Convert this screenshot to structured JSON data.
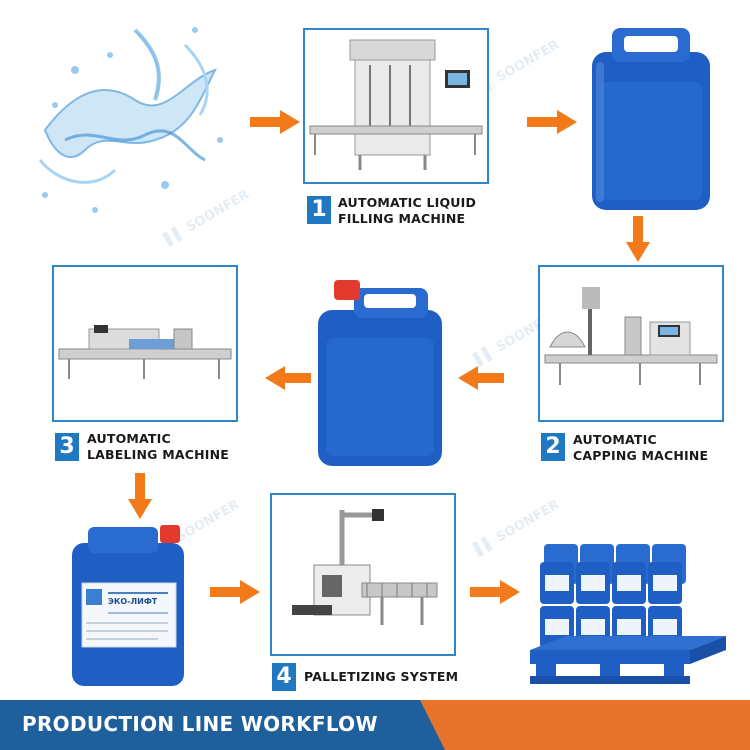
{
  "footer": {
    "title": "PRODUCTION LINE WORKFLOW"
  },
  "steps": [
    {
      "number": "1",
      "line1": "AUTOMATIC LIQUID",
      "line2": "FILLING MACHINE"
    },
    {
      "number": "2",
      "line1": "AUTOMATIC",
      "line2": "CAPPING MACHINE"
    },
    {
      "number": "3",
      "line1": "AUTOMATIC",
      "line2": "LABELING MACHINE"
    },
    {
      "number": "4",
      "line1": "PALLETIZING SYSTEM",
      "line2": ""
    }
  ],
  "label_panel": {
    "brand": "ЭКО-ЛИФТ"
  },
  "colors": {
    "accent": "#f27a1a",
    "frame": "#2f86c8",
    "footer_blue": "#1e5f9c",
    "footer_orange": "#e8732a",
    "jerrycan": "#1f5fc4"
  }
}
